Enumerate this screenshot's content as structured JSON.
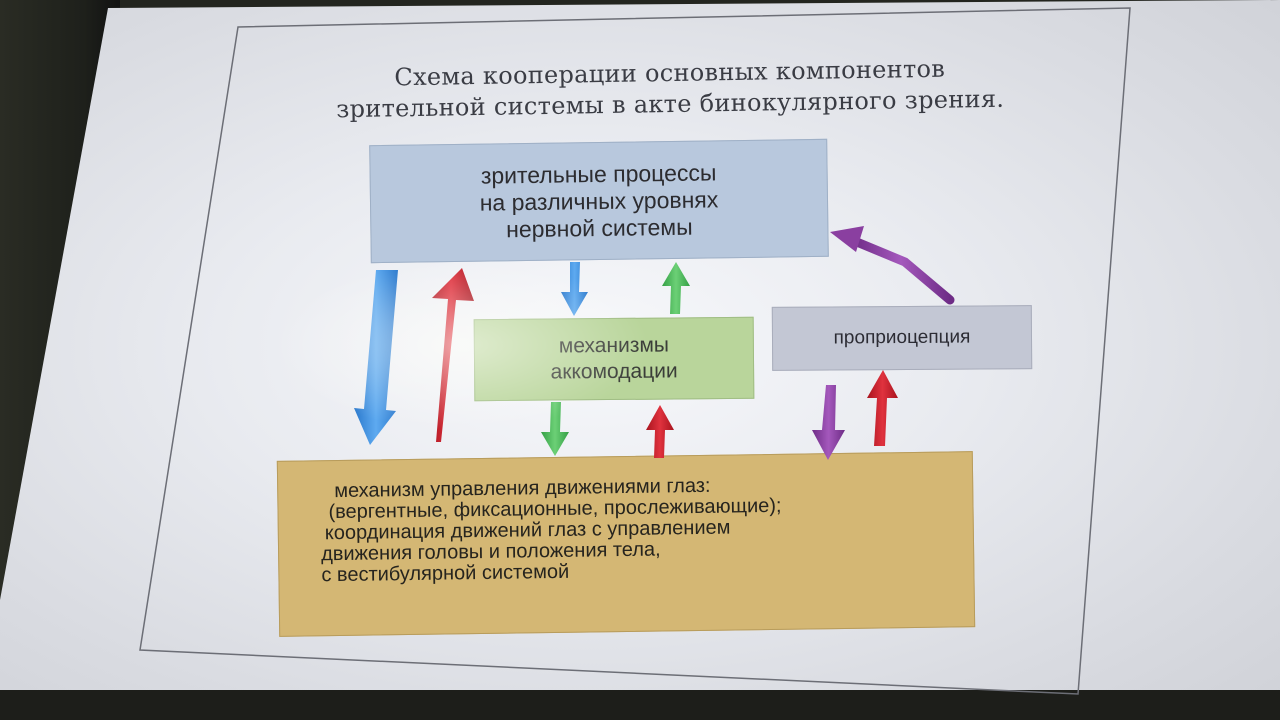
{
  "title": {
    "line1": "Схема кооперации основных компонентов",
    "line2": "зрительной системы в акте  бинокулярного зрения."
  },
  "boxes": {
    "visual_processes": {
      "lines": [
        "зрительные процессы",
        "на различных уровнях",
        "нервной системы"
      ],
      "color": "#b8c8dd"
    },
    "accommodation": {
      "lines": [
        "механизмы",
        "аккомодации"
      ],
      "color": "#b9d59b"
    },
    "proprioception": {
      "text": "проприоцепция",
      "color": "#c3c7d4"
    },
    "eye_movement_control": {
      "lines": [
        "механизм управления движениями глаз:",
        "(вергентные, фиксационные, прослеживающие);",
        "координация движений глаз с управлением",
        "движения головы и положения тела,",
        "с вестибулярной системой"
      ],
      "color": "#d4b774"
    }
  },
  "arrow_colors": {
    "blue": "#3a8fe0",
    "red": "#c8202e",
    "green": "#4cb85a",
    "purple": "#8a3fa0"
  }
}
